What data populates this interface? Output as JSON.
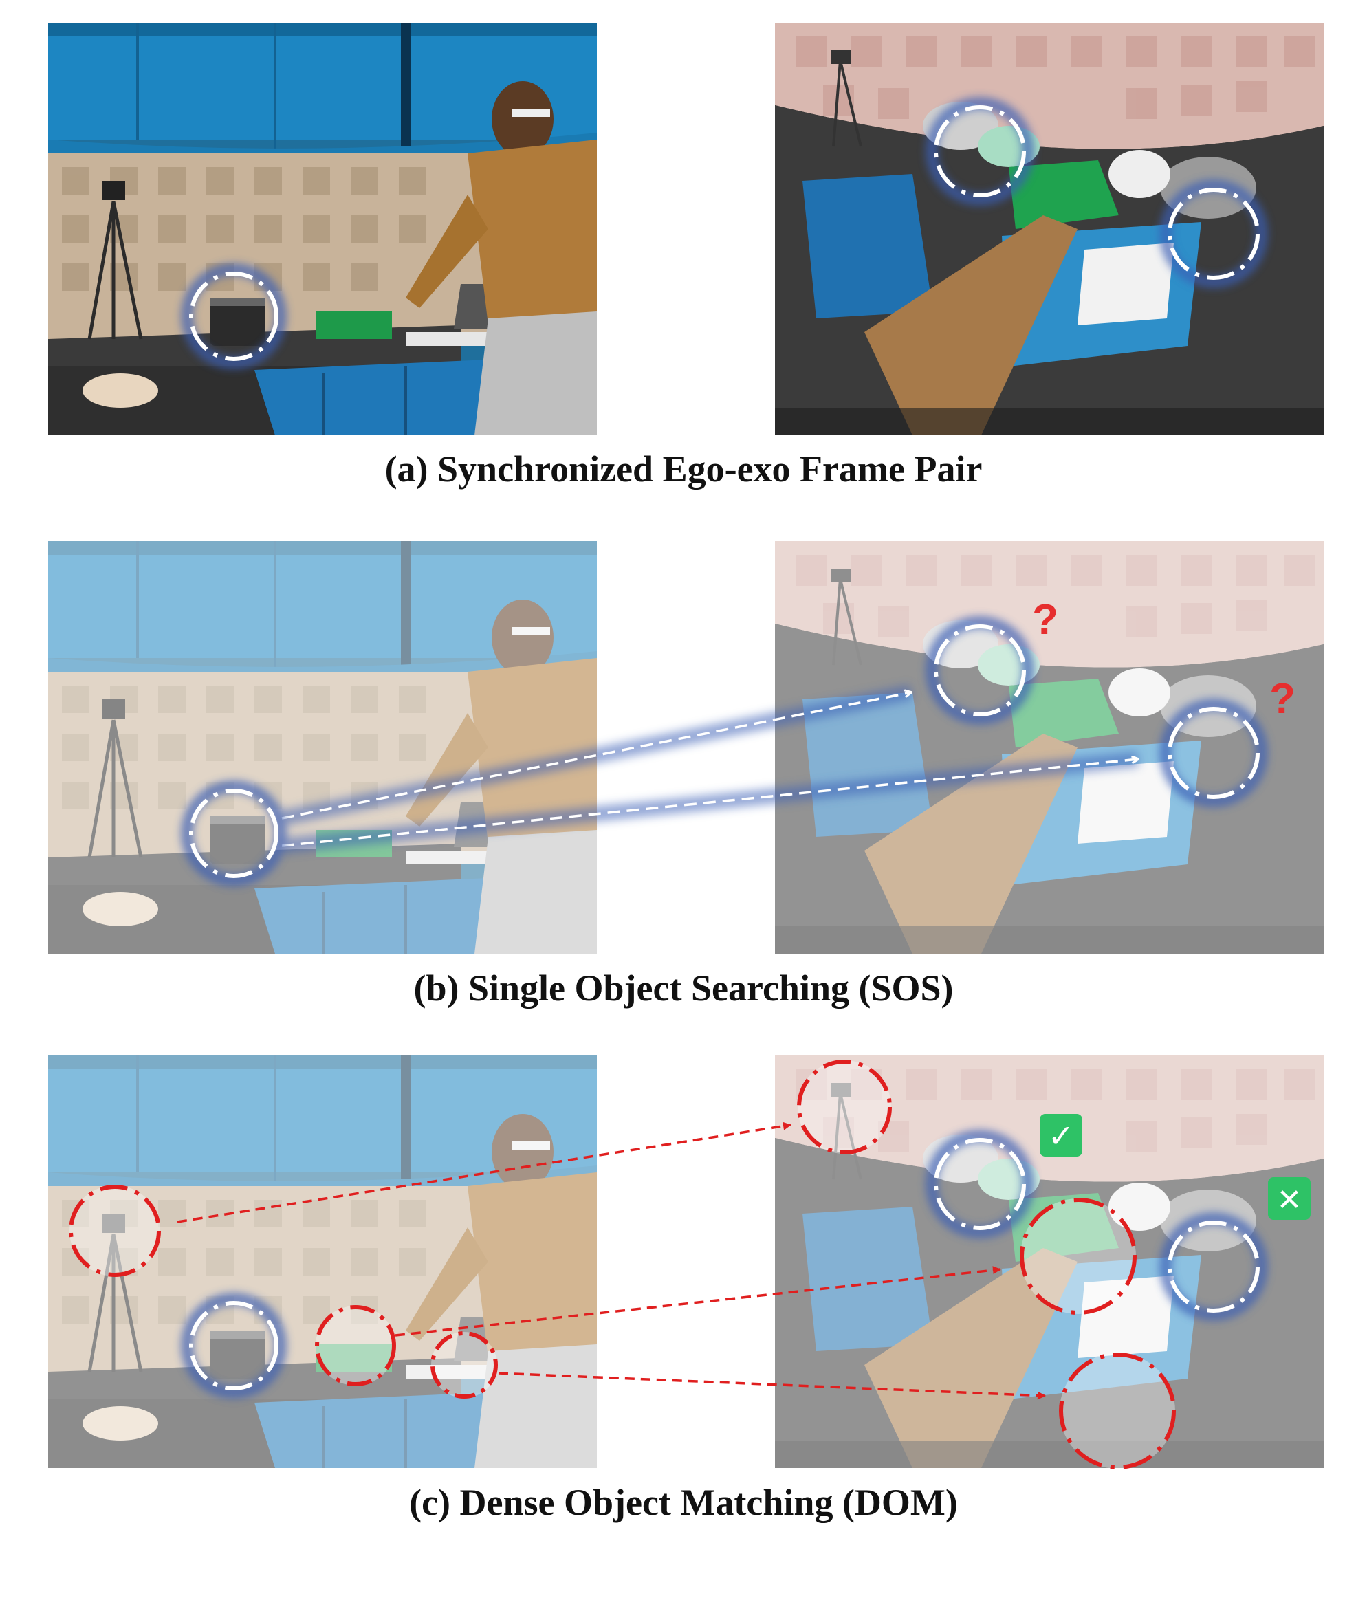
{
  "captions": {
    "a": "(a) Synchronized Ego-exo Frame Pair",
    "b": "(b) Single Object Searching (SOS)",
    "c": "(c) Dense Object Matching (DOM)"
  },
  "marks": {
    "question": "?",
    "check": "✓",
    "cross": "✕"
  },
  "colors": {
    "blue_highlight": "#3a5fb5",
    "red_highlight": "#e01f1f",
    "check_badge": "#2ec266",
    "cross_badge": "#2ec266",
    "question_mark": "#e62e2e"
  },
  "icons": {
    "match": "check-icon",
    "mismatch": "cross-icon",
    "unknown": "question-icon"
  }
}
